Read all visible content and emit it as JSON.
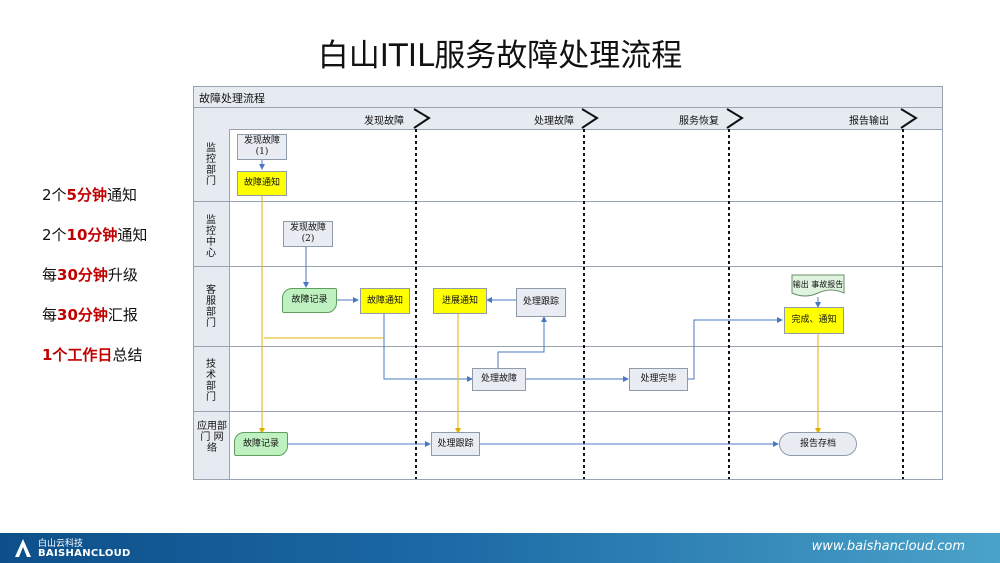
{
  "slide": {
    "title": "白山ITIL服务故障处理流程"
  },
  "notes": [
    {
      "pre": "2个",
      "hl": "5分钟",
      "post": "通知"
    },
    {
      "pre": "2个",
      "hl": "10分钟",
      "post": "通知"
    },
    {
      "pre": "每",
      "hl": "30分钟",
      "post": "升级"
    },
    {
      "pre": "每",
      "hl": "30分钟",
      "post": "汇报"
    },
    {
      "pre": "",
      "hl": "1个工作日",
      "post": "总结"
    }
  ],
  "diagram": {
    "title": "故障处理流程",
    "phases": [
      "发现故障",
      "处理故障",
      "服务恢复",
      "报告输出"
    ],
    "lanes": [
      "监控部门",
      "监控中心",
      "客服部门",
      "技术部门",
      "应用部门 网络"
    ],
    "nodes": {
      "monitor_find": "发现故障 (1)",
      "monitor_notify": "故障通知",
      "center_find": "发现故障 (2)",
      "cs_record": "故障记录",
      "cs_notify": "故障通知",
      "cs_progress": "进展通知",
      "cs_track": "处理跟踪",
      "cs_output": "输出 事故报告",
      "cs_done": "完成、通知",
      "tech_handle": "处理故障",
      "tech_done": "处理完毕",
      "app_record": "故障记录",
      "app_track": "处理跟踪",
      "app_archive": "报告存档"
    }
  },
  "footer": {
    "brand_cn": "白山云科技",
    "brand_en": "BAISHANCLOUD",
    "url": "www.baishancloud.com"
  },
  "colors": {
    "highlight": "#c00000",
    "note_box": "#ffff00",
    "record_box": "#bff0bf",
    "footer": "#1c6aa6"
  }
}
